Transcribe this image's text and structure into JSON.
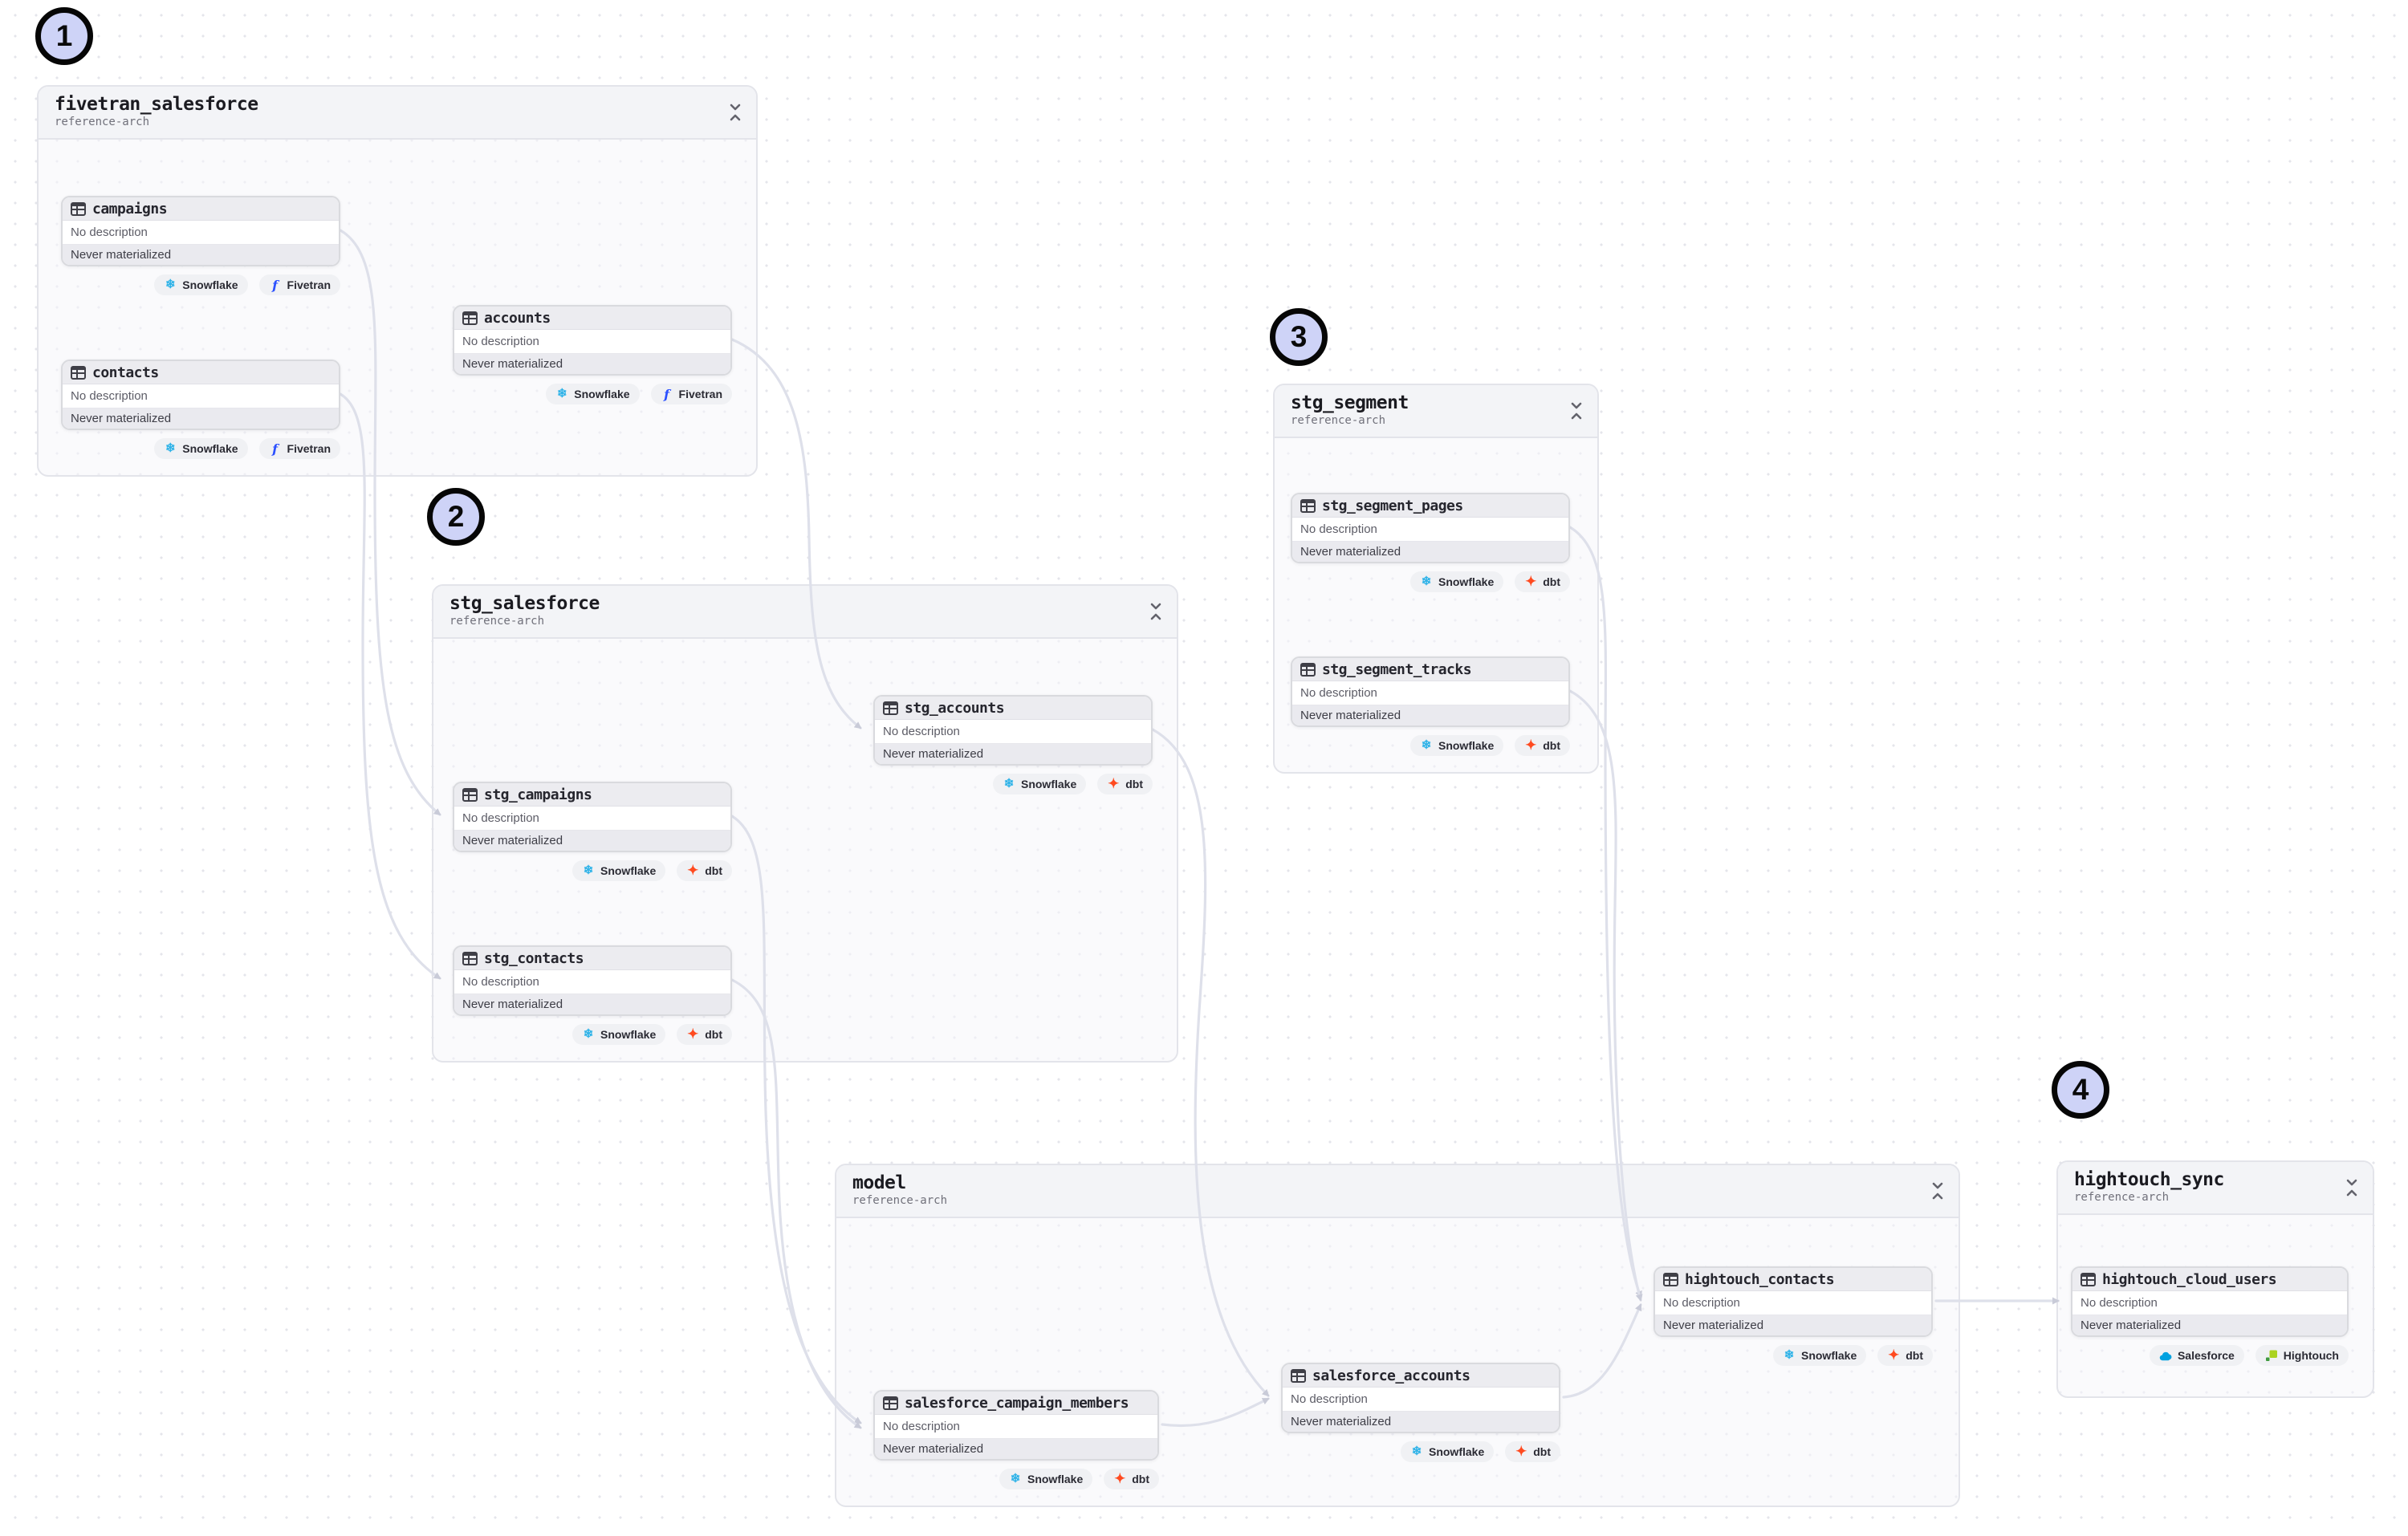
{
  "annotations": [
    {
      "label": "1"
    },
    {
      "label": "2"
    },
    {
      "label": "3"
    },
    {
      "label": "4"
    }
  ],
  "groups": [
    {
      "id": "fivetran_salesforce",
      "title": "fivetran_salesforce",
      "subtitle": "reference-arch",
      "nodes": [
        {
          "id": "campaigns",
          "title": "campaigns",
          "description": "No description",
          "materialization": "Never materialized",
          "badges": [
            {
              "icon": "snowflake-icon",
              "label": "Snowflake"
            },
            {
              "icon": "fivetran-icon",
              "label": "Fivetran"
            }
          ]
        },
        {
          "id": "contacts",
          "title": "contacts",
          "description": "No description",
          "materialization": "Never materialized",
          "badges": [
            {
              "icon": "snowflake-icon",
              "label": "Snowflake"
            },
            {
              "icon": "fivetran-icon",
              "label": "Fivetran"
            }
          ]
        },
        {
          "id": "accounts",
          "title": "accounts",
          "description": "No description",
          "materialization": "Never materialized",
          "badges": [
            {
              "icon": "snowflake-icon",
              "label": "Snowflake"
            },
            {
              "icon": "fivetran-icon",
              "label": "Fivetran"
            }
          ]
        }
      ]
    },
    {
      "id": "stg_salesforce",
      "title": "stg_salesforce",
      "subtitle": "reference-arch",
      "nodes": [
        {
          "id": "stg_accounts",
          "title": "stg_accounts",
          "description": "No description",
          "materialization": "Never materialized",
          "badges": [
            {
              "icon": "snowflake-icon",
              "label": "Snowflake"
            },
            {
              "icon": "dbt-icon",
              "label": "dbt"
            }
          ]
        },
        {
          "id": "stg_campaigns",
          "title": "stg_campaigns",
          "description": "No description",
          "materialization": "Never materialized",
          "badges": [
            {
              "icon": "snowflake-icon",
              "label": "Snowflake"
            },
            {
              "icon": "dbt-icon",
              "label": "dbt"
            }
          ]
        },
        {
          "id": "stg_contacts",
          "title": "stg_contacts",
          "description": "No description",
          "materialization": "Never materialized",
          "badges": [
            {
              "icon": "snowflake-icon",
              "label": "Snowflake"
            },
            {
              "icon": "dbt-icon",
              "label": "dbt"
            }
          ]
        }
      ]
    },
    {
      "id": "stg_segment",
      "title": "stg_segment",
      "subtitle": "reference-arch",
      "nodes": [
        {
          "id": "stg_segment_pages",
          "title": "stg_segment_pages",
          "description": "No description",
          "materialization": "Never materialized",
          "badges": [
            {
              "icon": "snowflake-icon",
              "label": "Snowflake"
            },
            {
              "icon": "dbt-icon",
              "label": "dbt"
            }
          ]
        },
        {
          "id": "stg_segment_tracks",
          "title": "stg_segment_tracks",
          "description": "No description",
          "materialization": "Never materialized",
          "badges": [
            {
              "icon": "snowflake-icon",
              "label": "Snowflake"
            },
            {
              "icon": "dbt-icon",
              "label": "dbt"
            }
          ]
        }
      ]
    },
    {
      "id": "model",
      "title": "model",
      "subtitle": "reference-arch",
      "nodes": [
        {
          "id": "salesforce_campaign_members",
          "title": "salesforce_campaign_members",
          "description": "No description",
          "materialization": "Never materialized",
          "badges": [
            {
              "icon": "snowflake-icon",
              "label": "Snowflake"
            },
            {
              "icon": "dbt-icon",
              "label": "dbt"
            }
          ]
        },
        {
          "id": "salesforce_accounts",
          "title": "salesforce_accounts",
          "description": "No description",
          "materialization": "Never materialized",
          "badges": [
            {
              "icon": "snowflake-icon",
              "label": "Snowflake"
            },
            {
              "icon": "dbt-icon",
              "label": "dbt"
            }
          ]
        },
        {
          "id": "hightouch_contacts",
          "title": "hightouch_contacts",
          "description": "No description",
          "materialization": "Never materialized",
          "badges": [
            {
              "icon": "snowflake-icon",
              "label": "Snowflake"
            },
            {
              "icon": "dbt-icon",
              "label": "dbt"
            }
          ]
        }
      ]
    },
    {
      "id": "hightouch_sync",
      "title": "hightouch_sync",
      "subtitle": "reference-arch",
      "nodes": [
        {
          "id": "hightouch_cloud_users",
          "title": "hightouch_cloud_users",
          "description": "No description",
          "materialization": "Never materialized",
          "badges": [
            {
              "icon": "salesforce-icon",
              "label": "Salesforce"
            },
            {
              "icon": "hightouch-icon",
              "label": "Hightouch"
            }
          ]
        }
      ]
    }
  ],
  "edges": [
    {
      "from": "campaigns",
      "to": "stg_campaigns"
    },
    {
      "from": "contacts",
      "to": "stg_contacts"
    },
    {
      "from": "accounts",
      "to": "stg_accounts"
    },
    {
      "from": "stg_campaigns",
      "to": "salesforce_campaign_members"
    },
    {
      "from": "stg_contacts",
      "to": "salesforce_campaign_members"
    },
    {
      "from": "stg_accounts",
      "to": "salesforce_accounts"
    },
    {
      "from": "salesforce_campaign_members",
      "to": "salesforce_accounts"
    },
    {
      "from": "stg_segment_pages",
      "to": "hightouch_contacts"
    },
    {
      "from": "stg_segment_tracks",
      "to": "hightouch_contacts"
    },
    {
      "from": "salesforce_accounts",
      "to": "hightouch_contacts"
    },
    {
      "from": "hightouch_contacts",
      "to": "hightouch_cloud_users"
    }
  ],
  "colors": {
    "snowflake": "#2fb3e8",
    "fivetran": "#2b50ff",
    "dbt": "#ff4a1f",
    "salesforce": "#00a1e0",
    "hightouch_light": "#abd320",
    "hightouch_dark": "#3f9a3f",
    "edge": "#dee0ea",
    "annotation_fill": "#ced3f7"
  }
}
